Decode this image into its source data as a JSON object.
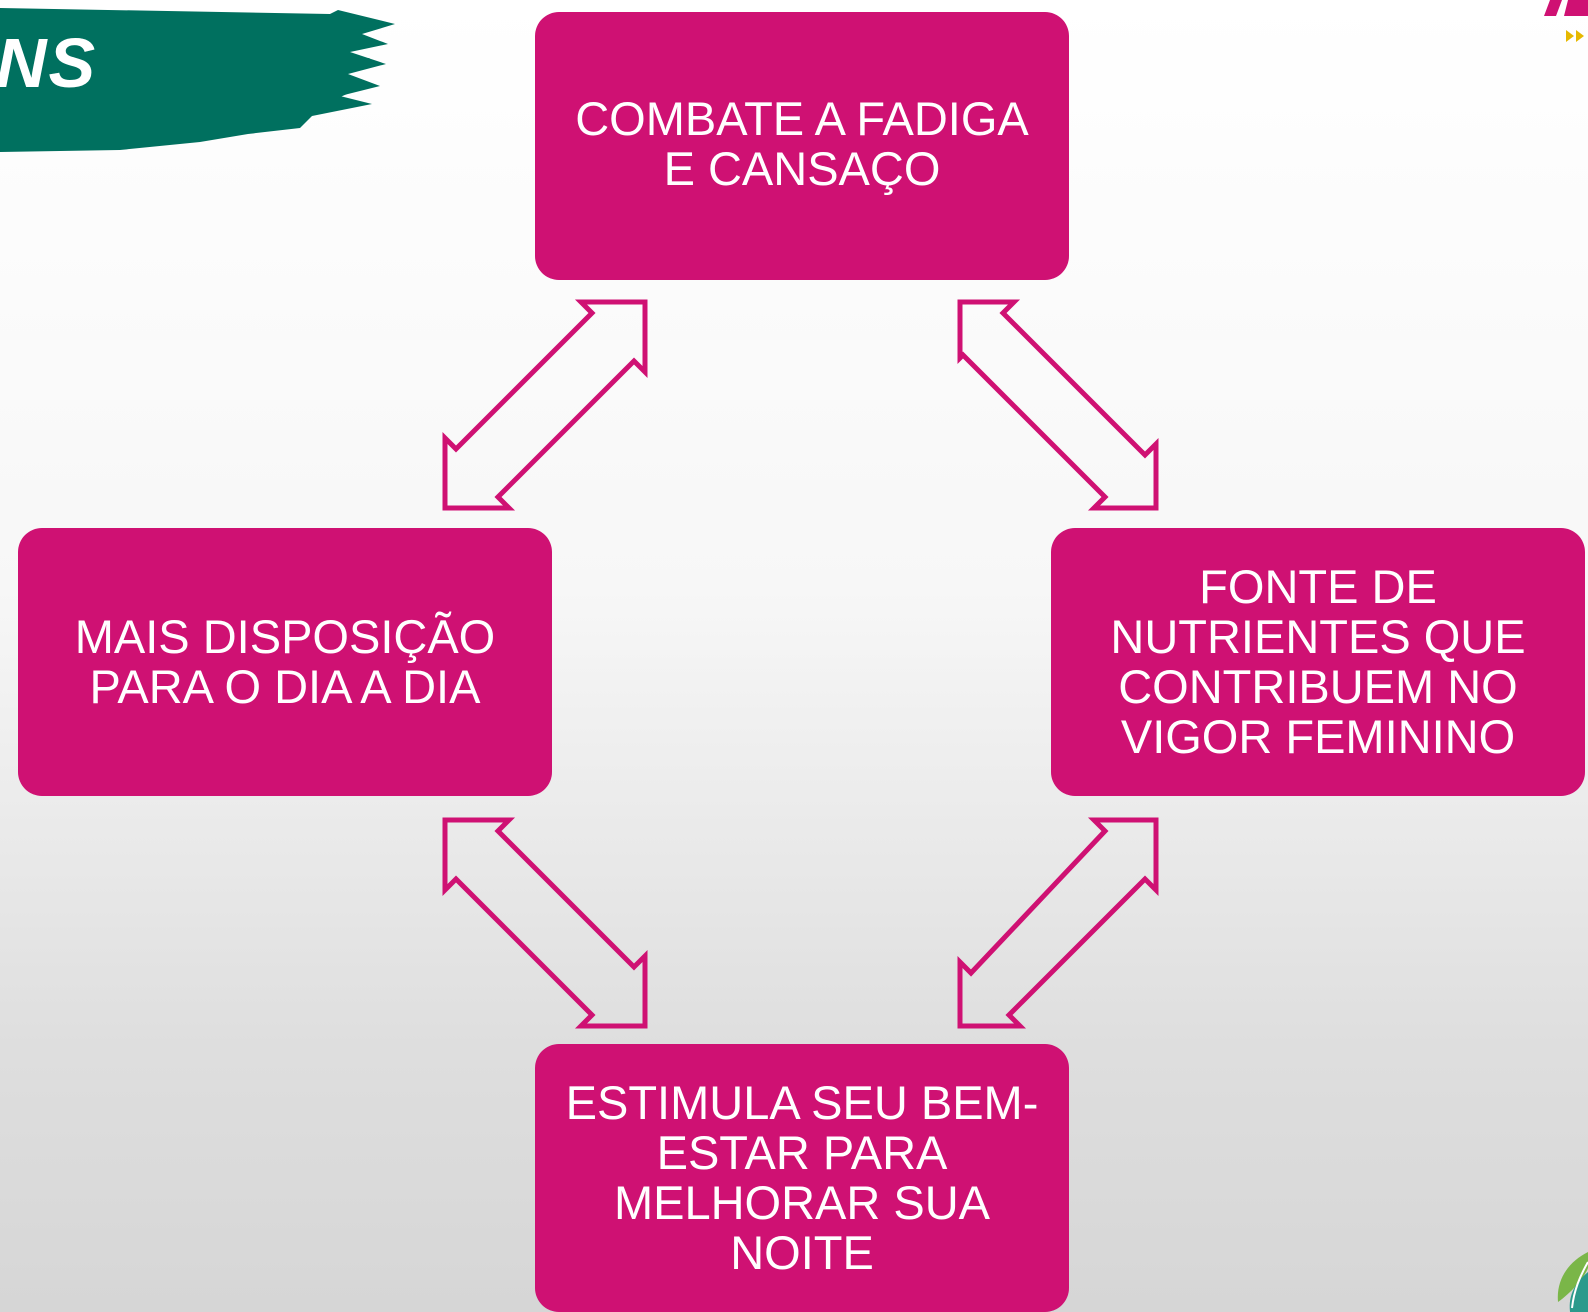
{
  "header": {
    "brush_text": "NS",
    "brush_color": "#00705f"
  },
  "diagram": {
    "box_color": "#cf1173",
    "arrow_color": "#cf1173",
    "boxes": {
      "top": "COMBATE A FADIGA\nE CANSAÇO",
      "left": "MAIS DISPOSIÇÃO\nPARA O DIA A DIA",
      "right": "FONTE DE\nNUTRIENTES QUE\nCONTRIBUEM NO\nVIGOR FEMININO",
      "bottom": "ESTIMULA SEU BEM-\nESTAR PARA\nMELHORAR SUA\nNOITE"
    },
    "arrows": [
      {
        "from": "top",
        "to": "left",
        "type": "double"
      },
      {
        "from": "top",
        "to": "right",
        "type": "double"
      },
      {
        "from": "left",
        "to": "bottom",
        "type": "double"
      },
      {
        "from": "right",
        "to": "bottom",
        "type": "double"
      }
    ]
  },
  "decorations": {
    "corner_logo_colors": [
      "#cf1173",
      "#e6b800"
    ],
    "leaf_icon": "leaf-icon"
  }
}
